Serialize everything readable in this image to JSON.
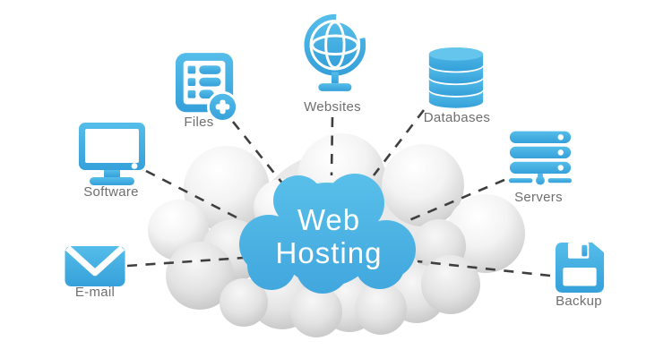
{
  "diagram": {
    "type": "hub-and-spoke",
    "center": {
      "line1": "Web",
      "line2": "Hosting"
    },
    "nodes": [
      {
        "id": "software",
        "label": "Software",
        "icon": "desktop-monitor"
      },
      {
        "id": "files",
        "label": "Files",
        "icon": "document-list-plus"
      },
      {
        "id": "websites",
        "label": "Websites",
        "icon": "desk-globe"
      },
      {
        "id": "databases",
        "label": "Databases",
        "icon": "database-cylinder"
      },
      {
        "id": "servers",
        "label": "Servers",
        "icon": "server-rack"
      },
      {
        "id": "backup",
        "label": "Backup",
        "icon": "floppy-disk"
      },
      {
        "id": "email",
        "label": "E-mail",
        "icon": "envelope"
      }
    ]
  },
  "colors": {
    "icon_blue_top": "#55bde9",
    "icon_blue_bottom": "#35a0da",
    "cloud_blue_top": "#59c0ea",
    "cloud_blue_bottom": "#3fa5dd",
    "cloud_gray_edge": "#c0c0c0",
    "label_text": "#6f6f6f",
    "title_text": "#ffffff",
    "connector_line": "#3f3f3f",
    "background": "#ffffff"
  }
}
